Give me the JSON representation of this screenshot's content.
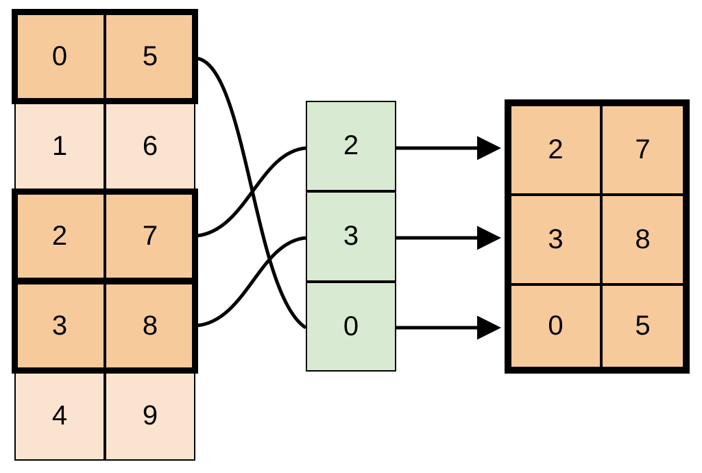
{
  "diagram": {
    "title": "array-gather-by-index",
    "colors": {
      "highlight_fill": "#F7CA9B",
      "dim_fill": "#FAE4CF",
      "index_fill": "#D8EAD1",
      "stroke": "#000000",
      "background": "#FFFFFF"
    }
  },
  "source_table": {
    "name": "source-array",
    "rows": [
      {
        "index": 0,
        "cells": [
          "0",
          "5"
        ],
        "highlighted": true
      },
      {
        "index": 1,
        "cells": [
          "1",
          "6"
        ],
        "highlighted": false
      },
      {
        "index": 2,
        "cells": [
          "2",
          "7"
        ],
        "highlighted": true
      },
      {
        "index": 3,
        "cells": [
          "3",
          "8"
        ],
        "highlighted": true
      },
      {
        "index": 4,
        "cells": [
          "4",
          "9"
        ],
        "highlighted": false
      }
    ]
  },
  "index_column": {
    "name": "index-vector",
    "cells": [
      "2",
      "3",
      "0"
    ]
  },
  "result_table": {
    "name": "result-array",
    "rows": [
      {
        "cells": [
          "2",
          "7"
        ]
      },
      {
        "cells": [
          "3",
          "8"
        ]
      },
      {
        "cells": [
          "0",
          "5"
        ]
      }
    ]
  },
  "connections": {
    "curves": [
      {
        "name": "curve-row0-to-index2",
        "from_row": 0,
        "to_index_cell": 2
      },
      {
        "name": "curve-row2-to-index0",
        "from_row": 2,
        "to_index_cell": 0
      },
      {
        "name": "curve-row3-to-index1",
        "from_row": 3,
        "to_index_cell": 1
      }
    ],
    "arrows": [
      {
        "name": "arrow-index0-to-result0",
        "from_index_cell": 0,
        "to_result_row": 0
      },
      {
        "name": "arrow-index1-to-result1",
        "from_index_cell": 1,
        "to_result_row": 1
      },
      {
        "name": "arrow-index2-to-result2",
        "from_index_cell": 2,
        "to_result_row": 2
      }
    ]
  }
}
